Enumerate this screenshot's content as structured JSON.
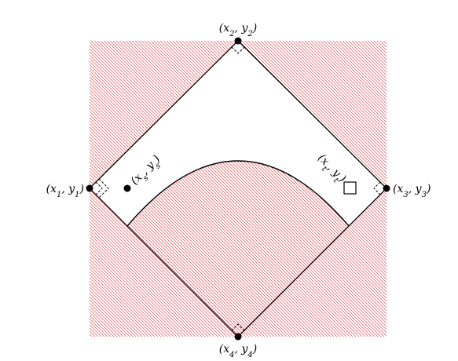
{
  "points": {
    "p1": {
      "label": "(x1,y1)",
      "x": "x",
      "x_sub": "1",
      "y": "y",
      "y_sub": "1"
    },
    "p2": {
      "label": "(x2,y2)",
      "x": "x",
      "x_sub": "2",
      "y": "y",
      "y_sub": "2"
    },
    "p3": {
      "label": "(x3,y3)",
      "x": "x",
      "x_sub": "3",
      "y": "y",
      "y_sub": "3"
    },
    "p4": {
      "label": "(x4,y4)",
      "x": "x",
      "x_sub": "4",
      "y": "y",
      "y_sub": "4"
    },
    "ps": {
      "label": "(xs,ys)",
      "x": "x",
      "x_sub": "s",
      "y": "y",
      "y_sub": "s"
    },
    "pt": {
      "label": "(xt,yt)",
      "x": "x",
      "x_sub": "t",
      "y": "y",
      "y_sub": "t"
    }
  },
  "colors": {
    "hatch": "#e8444c",
    "line": "#000000",
    "region": "#ffffff"
  },
  "markers": {
    "ps": "filled-dot",
    "pt": "hollow-square"
  }
}
